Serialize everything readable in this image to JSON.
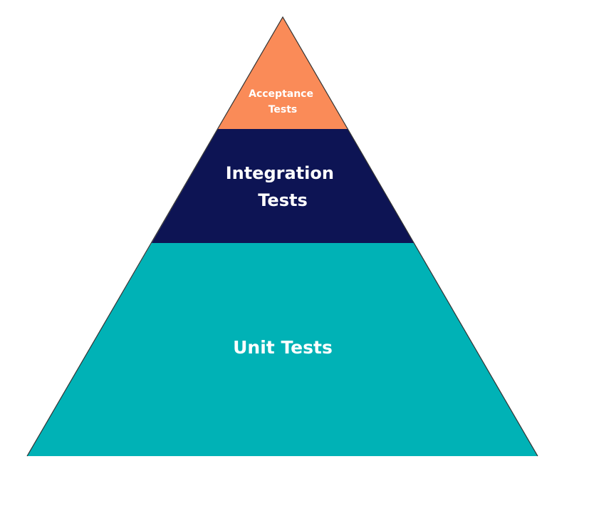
{
  "pyramid": {
    "tiers": [
      {
        "id": "acceptance",
        "label_lines": [
          "Acceptance",
          "Tests"
        ],
        "color": "#FA8B58"
      },
      {
        "id": "integration",
        "label_lines": [
          "Integration",
          "Tests"
        ],
        "color": "#0D1454"
      },
      {
        "id": "unit",
        "label_lines": [
          "Unit Tests"
        ],
        "color": "#00B2B6"
      }
    ],
    "outline_color": "#333333"
  }
}
